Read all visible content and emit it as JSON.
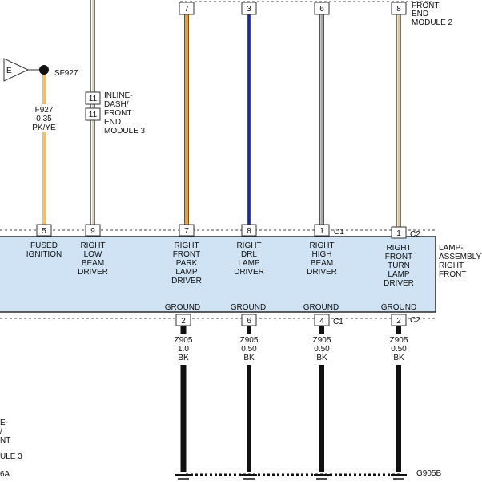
{
  "splice": {
    "label": "SF927",
    "connector_letter": "E"
  },
  "fuse_wire": {
    "circuit": "F927",
    "gauge": "0.35",
    "color": "PK/YE"
  },
  "inline_connector": {
    "pin_top": "11",
    "pin_bottom": "11",
    "label_lines": [
      "INLINE-",
      "DASH/",
      "FRONT",
      "END",
      "MODULE 3"
    ]
  },
  "top_connector": {
    "pins": [
      "7",
      "3",
      "6",
      "8"
    ],
    "label_lines": [
      "FRONT",
      "END",
      "MODULE 2"
    ]
  },
  "lamp_assembly": {
    "label_lines": [
      "LAMP-",
      "ASSEMBLY",
      "RIGHT",
      "FRONT"
    ],
    "top_pins": [
      "5",
      "9",
      "7",
      "8",
      "1",
      "1"
    ],
    "top_connector_tags": [
      "C1",
      "C2"
    ],
    "functions": [
      [
        "FUSED",
        "IGNITION"
      ],
      [
        "RIGHT",
        "LOW",
        "BEAM",
        "DRIVER"
      ],
      [
        "RIGHT",
        "FRONT",
        "PARK",
        "LAMP",
        "DRIVER"
      ],
      [
        "RIGHT",
        "DRL",
        "LAMP",
        "DRIVER"
      ],
      [
        "RIGHT",
        "HIGH",
        "BEAM",
        "DRIVER"
      ],
      [
        "RIGHT",
        "FRONT",
        "TURN",
        "LAMP",
        "DRIVER"
      ]
    ],
    "ground_labels": [
      "GROUND",
      "GROUND",
      "GROUND",
      "GROUND"
    ],
    "bottom_pins": [
      "2",
      "6",
      "4",
      "2"
    ],
    "bottom_connector_tags": [
      "C1",
      "C2"
    ]
  },
  "ground_wires": [
    {
      "circuit": "Z905",
      "gauge": "1.0",
      "color": "BK"
    },
    {
      "circuit": "Z905",
      "gauge": "0.50",
      "color": "BK"
    },
    {
      "circuit": "Z905",
      "gauge": "0.50",
      "color": "BK"
    },
    {
      "circuit": "Z905",
      "gauge": "0.50",
      "color": "BK"
    }
  ],
  "ground_point": {
    "label": "G905B"
  },
  "left_fragment": {
    "lines": [
      "E-",
      "/",
      "NT",
      "ULE 3",
      "6A"
    ]
  },
  "colors": {
    "box_fill": "#cfe3f5",
    "box_stroke": "#2a2a2a",
    "pink_yellow": "#f2c062",
    "orange": "#f0a030",
    "blue": "#1f2a9a",
    "gray": "#9a9a9a",
    "black": "#111111"
  }
}
